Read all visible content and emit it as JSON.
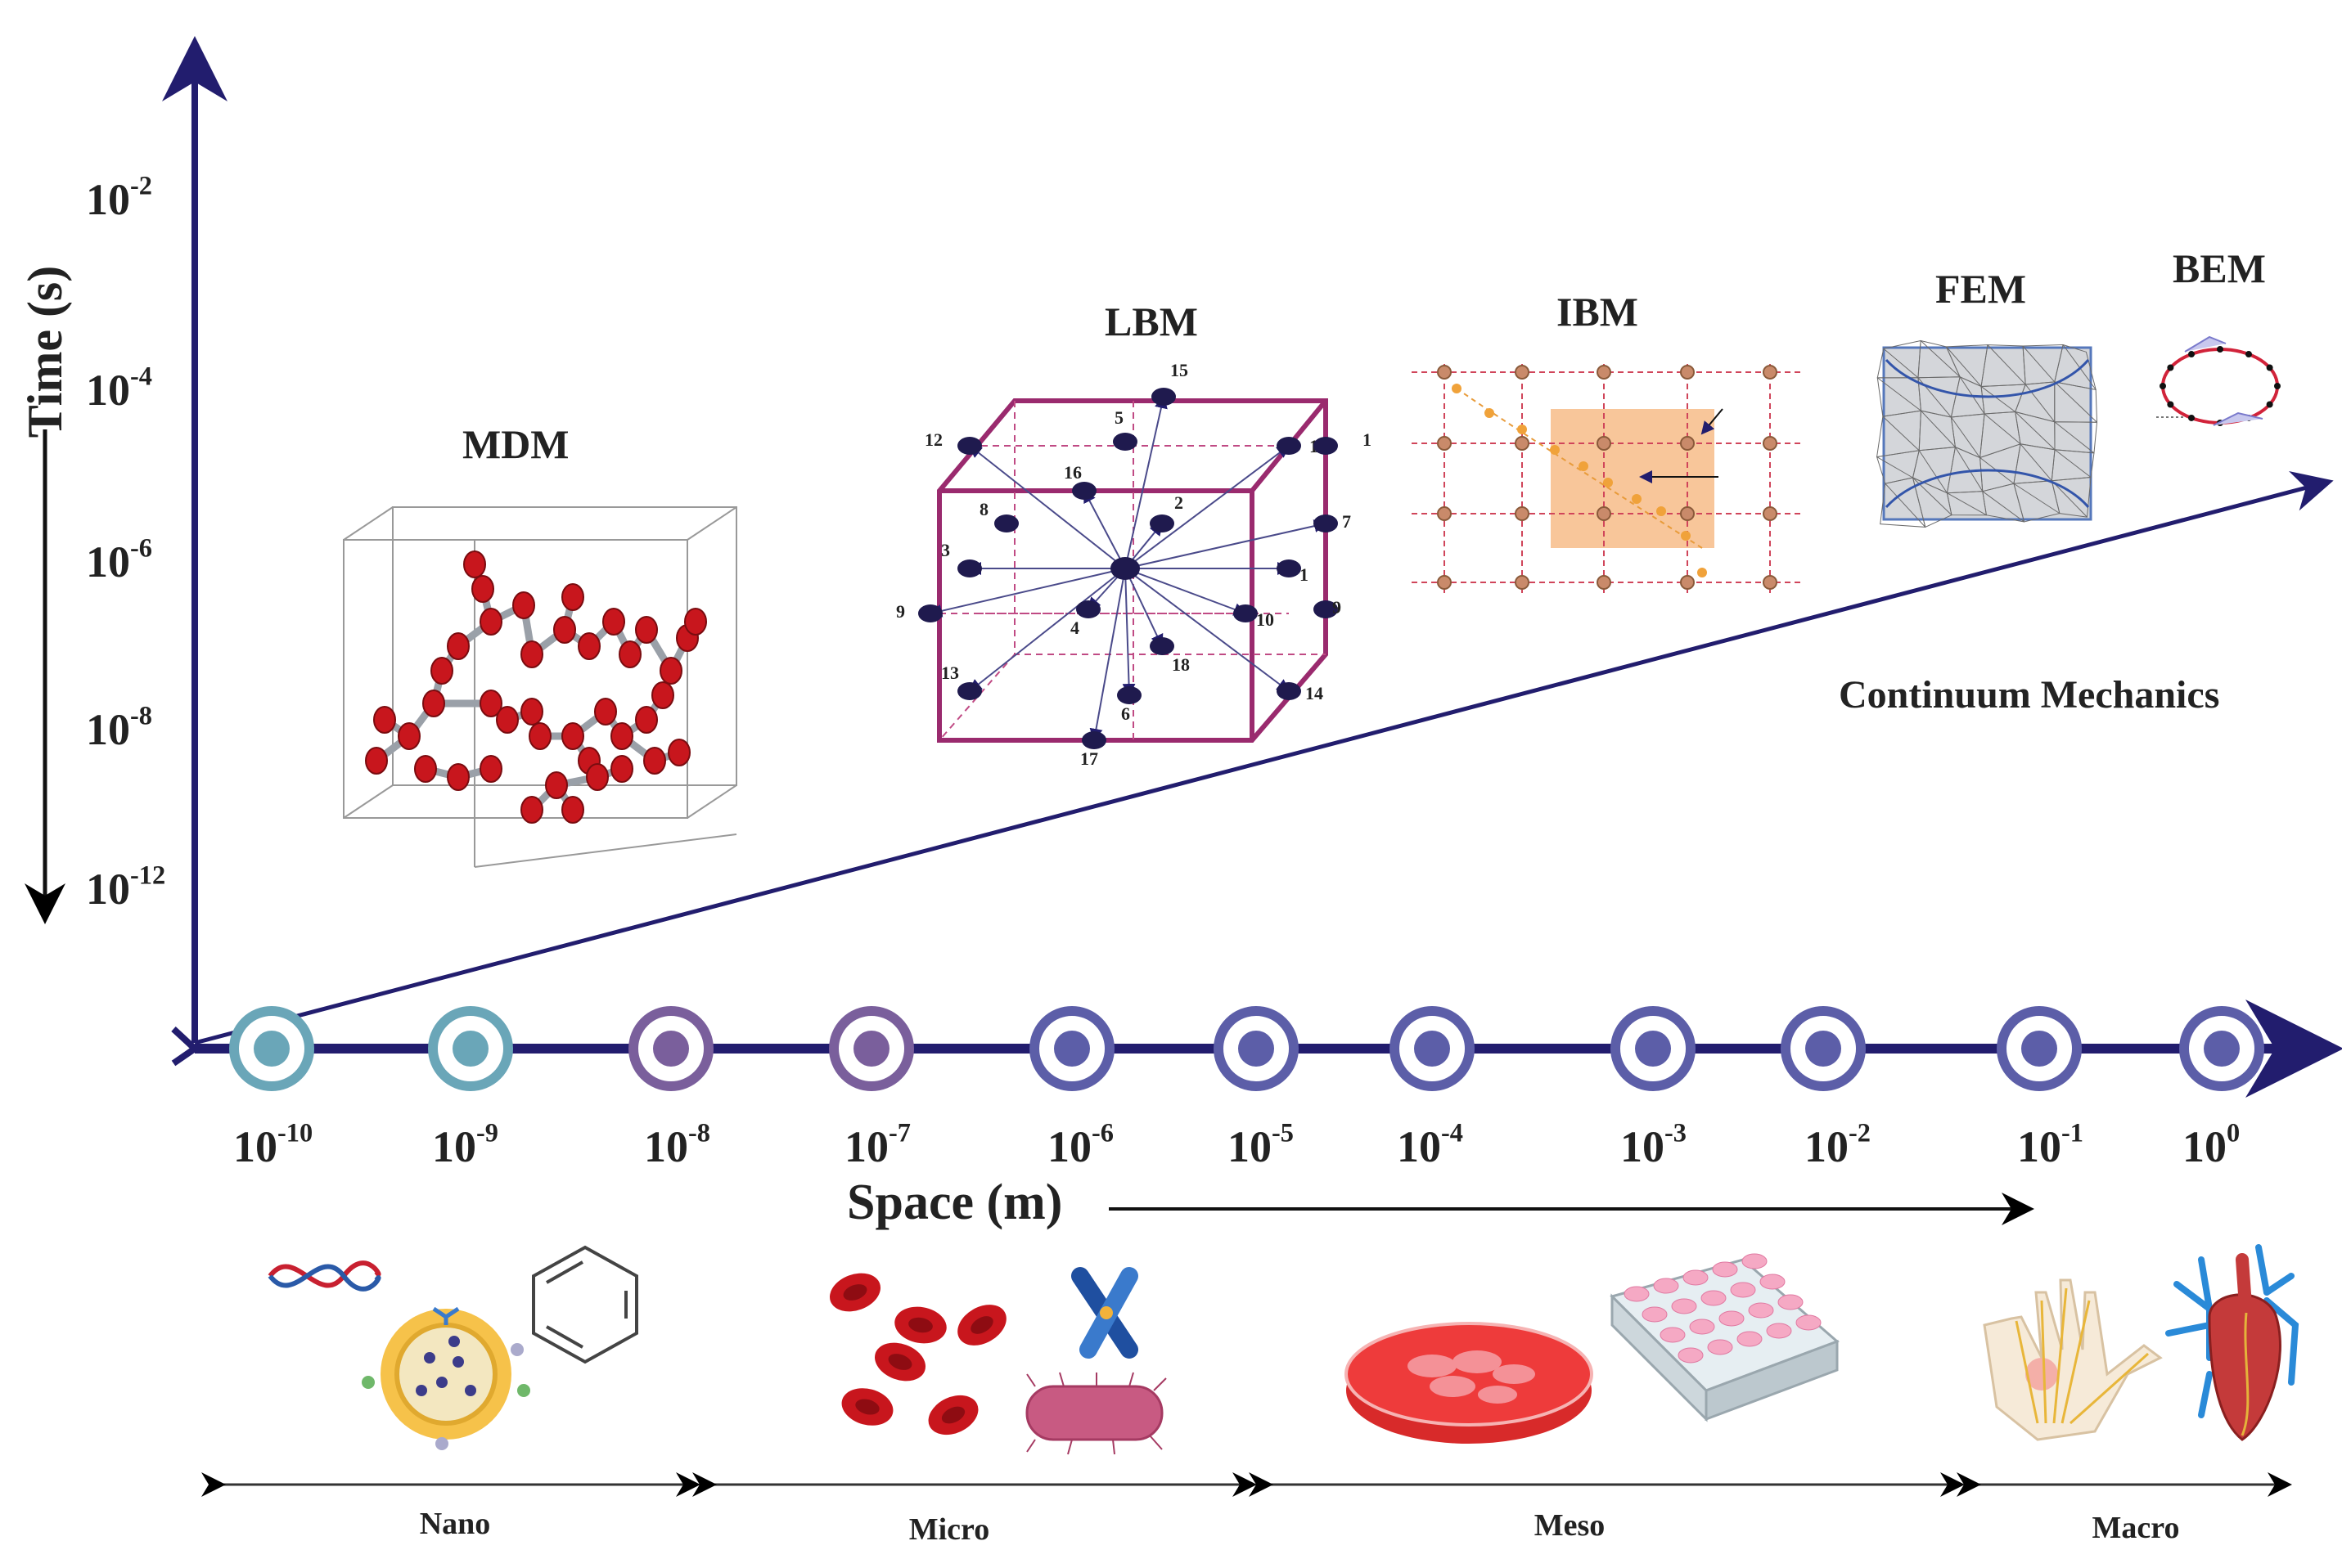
{
  "axes": {
    "time_label": "Time (s)",
    "space_label": "Space (m)",
    "time_ticks": [
      {
        "base": "10",
        "exp": "-2"
      },
      {
        "base": "10",
        "exp": "-4"
      },
      {
        "base": "10",
        "exp": "-6"
      },
      {
        "base": "10",
        "exp": "-8"
      },
      {
        "base": "10",
        "exp": "-12"
      }
    ],
    "space_ticks": [
      {
        "base": "10",
        "exp": "-10"
      },
      {
        "base": "10",
        "exp": "-9"
      },
      {
        "base": "10",
        "exp": "-8"
      },
      {
        "base": "10",
        "exp": "-7"
      },
      {
        "base": "10",
        "exp": "-6"
      },
      {
        "base": "10",
        "exp": "-5"
      },
      {
        "base": "10",
        "exp": "-4"
      },
      {
        "base": "10",
        "exp": "-3"
      },
      {
        "base": "10",
        "exp": "-2"
      },
      {
        "base": "10",
        "exp": "-1"
      },
      {
        "base": "10",
        "exp": "0"
      }
    ]
  },
  "methods": {
    "mdm": "MDM",
    "lbm": "LBM",
    "ibm": "IBM",
    "fem": "FEM",
    "bem": "BEM",
    "continuum": "Continuum Mechanics"
  },
  "lbm_nodes": [
    "15",
    "5",
    "12",
    "11",
    "1",
    "16",
    "2",
    "8",
    "7",
    "3",
    "1",
    "9",
    "9",
    "4",
    "10",
    "13",
    "18",
    "6",
    "14",
    "17"
  ],
  "scales": {
    "nano": "Nano",
    "micro": "Micro",
    "meso": "Meso",
    "macro": "Macro"
  },
  "colors": {
    "axis": "#221d6e",
    "teal": "#6aa6b8",
    "purple": "#7a5f9c",
    "indigo": "#5c5ea8",
    "node_dark": "#1f1a4e",
    "magenta": "#9a2a6e",
    "molecule_red": "#c8161d",
    "ibm_orange": "#f5b47a"
  }
}
